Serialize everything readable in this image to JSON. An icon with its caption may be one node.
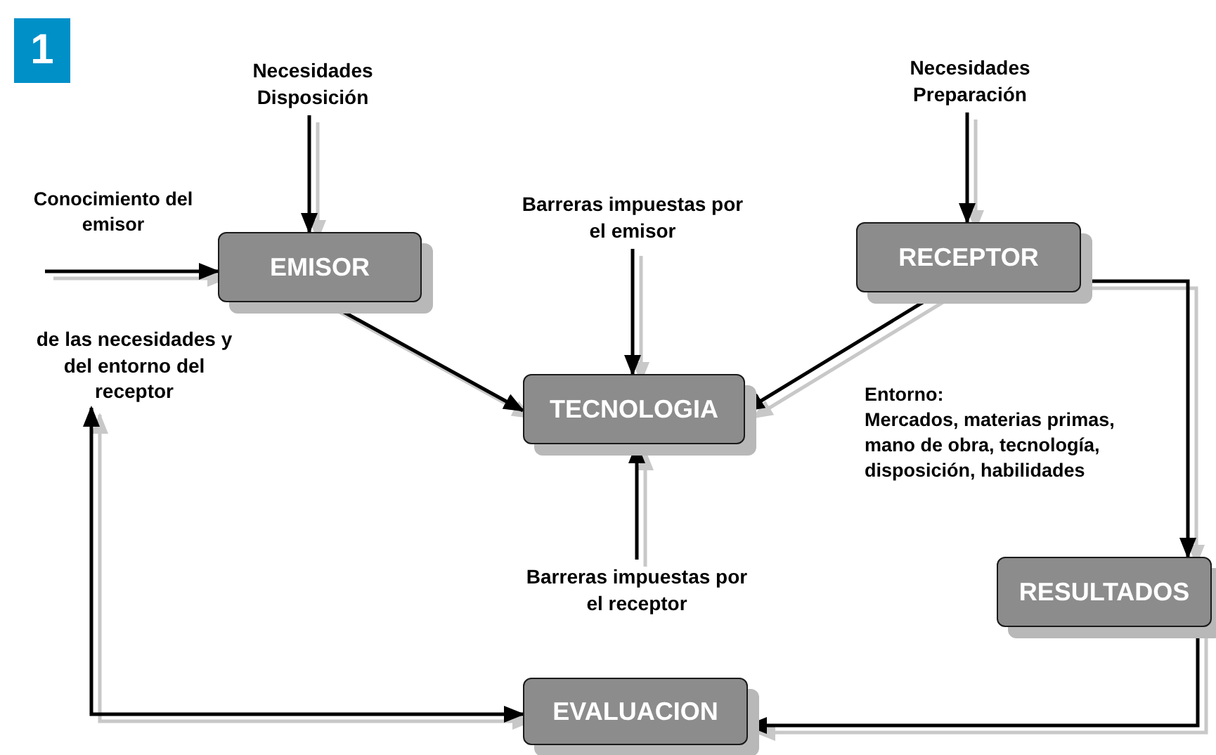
{
  "diagram": {
    "nodes": [
      {
        "text": [
          "Necesidades Disposición"
        ]
      },
      {
        "text": [
          "EMISOR"
        ]
      },
      {
        "text": [
          "Barreras impuestas por el emisor"
        ]
      },
      {
        "text": [
          "Necesidades Preparación"
        ]
      },
      {
        "text": [
          "RECEPTOR"
        ]
      },
      {
        "text": [
          "TECNOLOGIA"
        ]
      },
      {
        "text": [
          "Barreras impuestas por el receptor"
        ]
      },
      {
        "text": [
          "RESULTADOS"
        ]
      },
      {
        "text": [
          "de las necesidades y del entorno del receptor"
        ]
      },
      {
        "text": [
          "EVALUACION"
        ]
      }
    ],
    "edges": [
      {
        "from": 0,
        "to": 1,
        "arrow": "to"
      },
      {
        "from": null,
        "to": 1,
        "arrow": "to"
      },
      {
        "from": 1,
        "to": 5,
        "arrow": "to"
      },
      {
        "from": 2,
        "to": 5,
        "arrow": "to"
      },
      {
        "from": 3,
        "to": 4,
        "arrow": "to"
      },
      {
        "from": 4,
        "to": 5,
        "arrow": "to"
      },
      {
        "from": 6,
        "to": 5,
        "arrow": "to"
      },
      {
        "from": 4,
        "to": 7,
        "arrow": "to"
      },
      {
        "from": 7,
        "to": 9,
        "arrow": "to"
      },
      {
        "from": 9,
        "to": 8,
        "arrow": "both"
      }
    ],
    "labels": [
      "1",
      "Conocimiento del emisor",
      "Entorno:",
      "Mercados, materias primas, mano de obra, tecnología, disposición, habilidades"
    ]
  }
}
